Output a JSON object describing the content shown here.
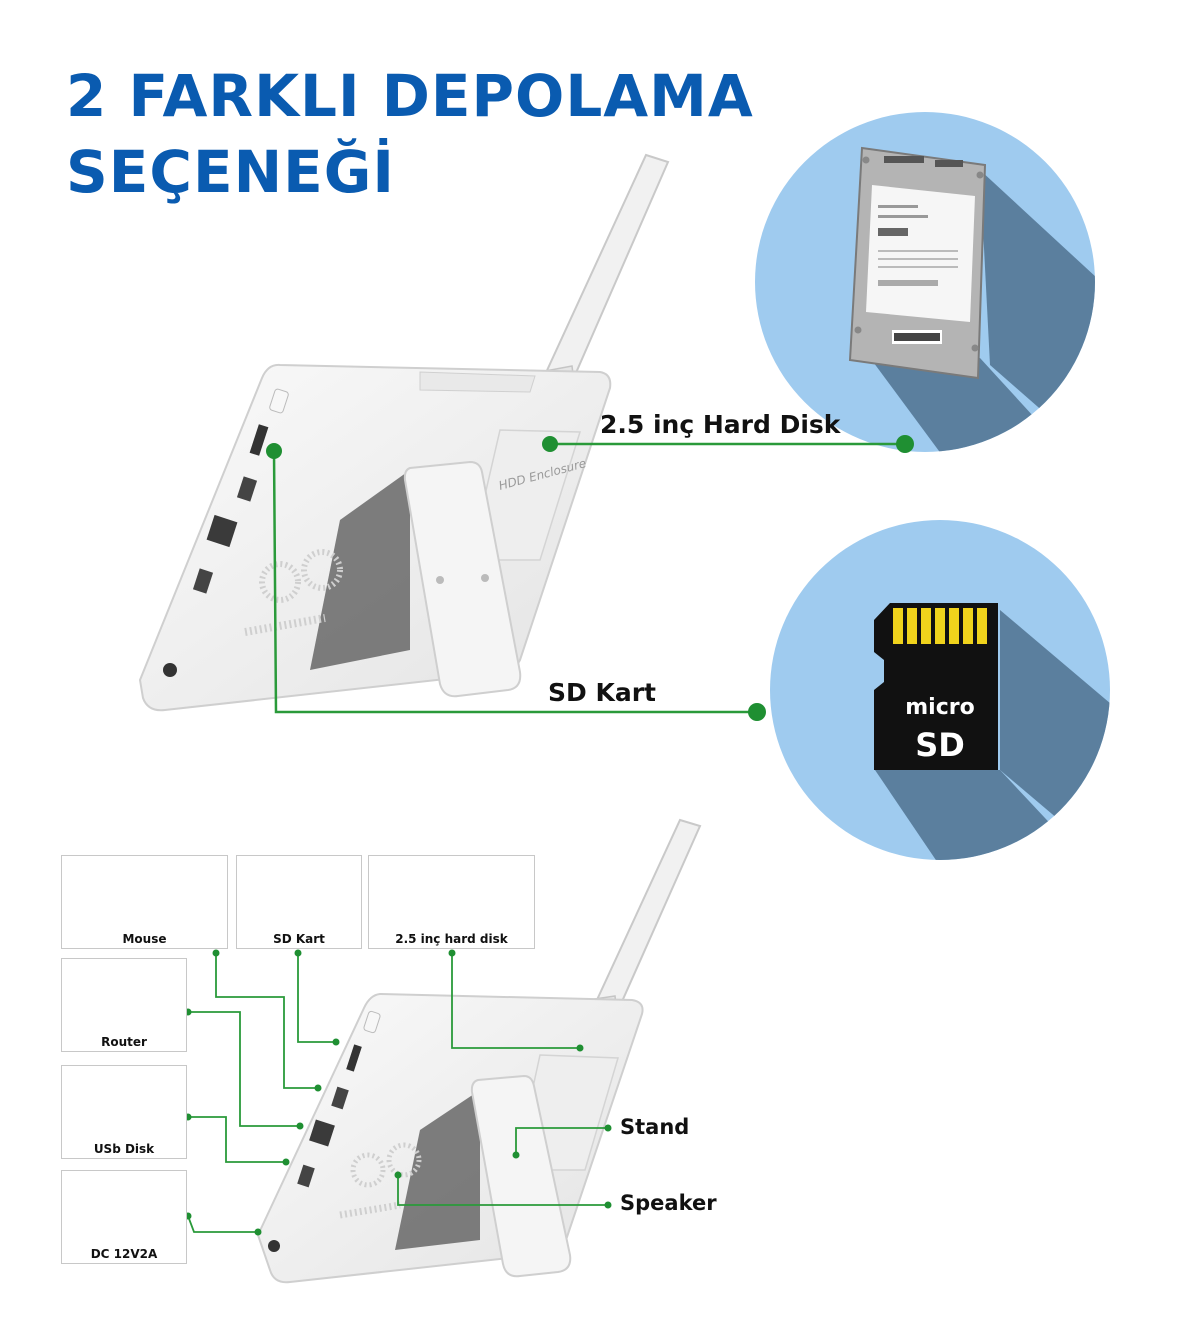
{
  "title": {
    "line1": "2 FARKLI DEPOLAMA",
    "line2": "SEÇENEĞİ"
  },
  "callouts": {
    "hard_disk": "2.5 inç Hard Disk",
    "sd_card": "SD Kart"
  },
  "sd_card_graphic": {
    "line1": "micro",
    "line2": "SD"
  },
  "accessories": {
    "mouse": "Mouse",
    "sd_card": "SD Kart",
    "hard_disk": "2.5 inç hard disk",
    "router": "Router",
    "usb_disk": "USb Disk",
    "power": "DC 12V2A"
  },
  "parts": {
    "stand": "Stand",
    "speaker": "Speaker"
  },
  "device_markings": {
    "enclosure": "HDD Enclosure"
  },
  "colors": {
    "title_blue": "#0a5bb0",
    "connector_green": "#2a9a3a",
    "dot_green": "#1f8f32",
    "circle_light": "#9fcbef",
    "circle_shadow": "#5b7f9e"
  }
}
